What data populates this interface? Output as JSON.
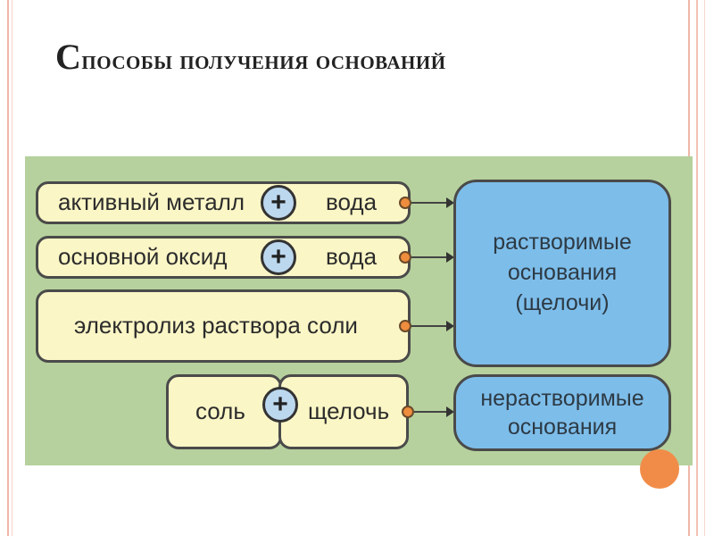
{
  "title": {
    "first_letter": "С",
    "rest": "пособы получения оснований"
  },
  "diagram": {
    "rows": [
      {
        "left": "активный металл",
        "right": "вода",
        "has_plus": true
      },
      {
        "left": "основной оксид",
        "right": "вода",
        "has_plus": true
      },
      {
        "single": "электролиз раствора соли"
      },
      {
        "left": "соль",
        "right": "щелочь",
        "has_plus": true
      }
    ],
    "plus_symbol": "+",
    "results": {
      "soluble": [
        "растворимые",
        "основания",
        "(щелочи)"
      ],
      "insoluble": [
        "нерастворимые",
        "основания"
      ]
    }
  },
  "colors": {
    "panel": "#b6d19d",
    "pill": "#fbf6c6",
    "result": "#7dbdea",
    "plus": "#bcd8ef",
    "dot": "#ee8d3d",
    "accent": "#f18c48"
  }
}
